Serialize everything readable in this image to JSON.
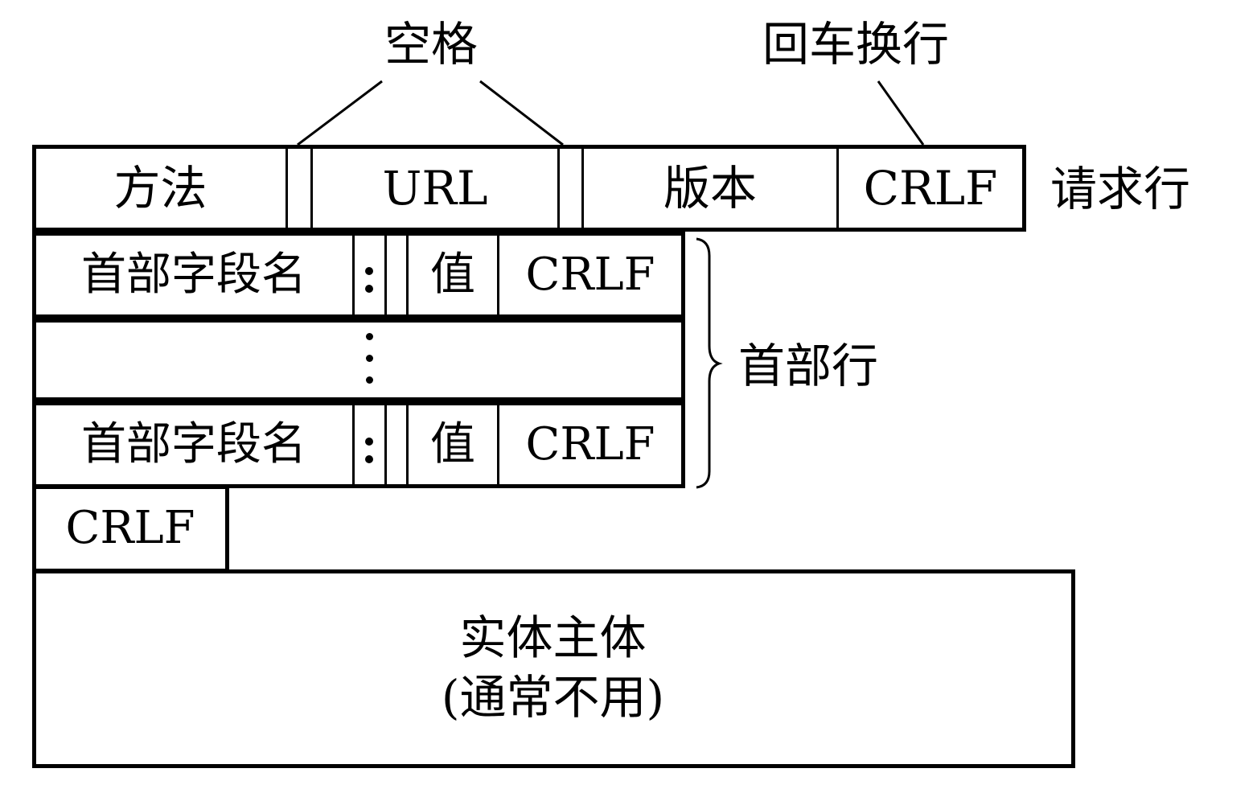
{
  "annotations": {
    "space": "空格",
    "crlf_note": "回车换行"
  },
  "request_line": {
    "label": "请求行",
    "method": "方法",
    "url": "URL",
    "version": "版本",
    "crlf": "CRLF"
  },
  "header_lines": {
    "label": "首部行",
    "rows": [
      {
        "field_name": "首部字段名",
        "separator": ":",
        "value": "值",
        "crlf": "CRLF"
      },
      {
        "field_name": "首部字段名",
        "separator": ":",
        "value": "值",
        "crlf": "CRLF"
      }
    ]
  },
  "blank_line": {
    "crlf": "CRLF"
  },
  "entity_body": {
    "title": "实体主体",
    "note": "(通常不用)"
  }
}
